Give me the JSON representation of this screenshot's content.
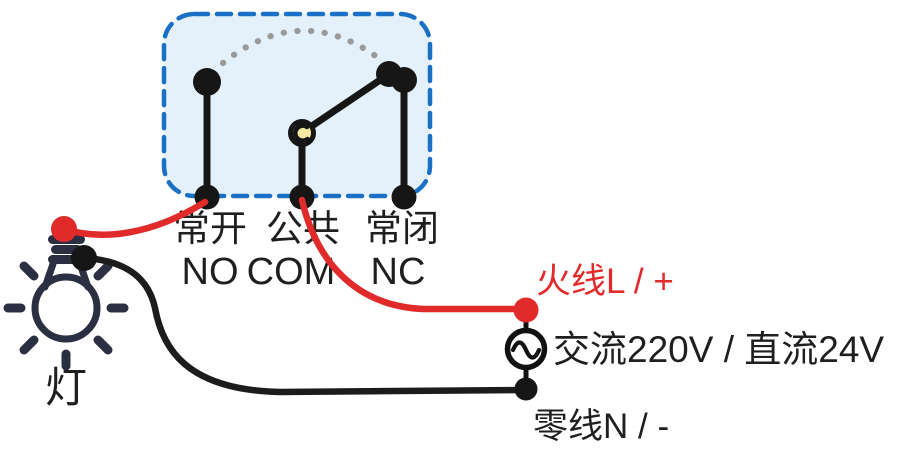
{
  "relay": {
    "terminals": [
      {
        "zh": "常开",
        "en": "NO"
      },
      {
        "zh": "公共",
        "en": "COM"
      },
      {
        "zh": "常闭",
        "en": "NC"
      }
    ]
  },
  "lamp": {
    "label": "灯"
  },
  "power": {
    "live_label": "火线L / +",
    "source_label": "交流220V / 直流24V",
    "neutral_label": "零线N / -"
  },
  "colors": {
    "live_red": "#e12a2a",
    "wire_black": "#1c1c1c",
    "relay_border_blue": "#1a70c5",
    "relay_fill_blue": "#e5f1fa",
    "pivot_yellow": "#f8e9a2",
    "lamp_navy": "#2b2f42",
    "travel_arc_gray": "#9a9a9a",
    "text_dark": "#1f1f1f"
  }
}
